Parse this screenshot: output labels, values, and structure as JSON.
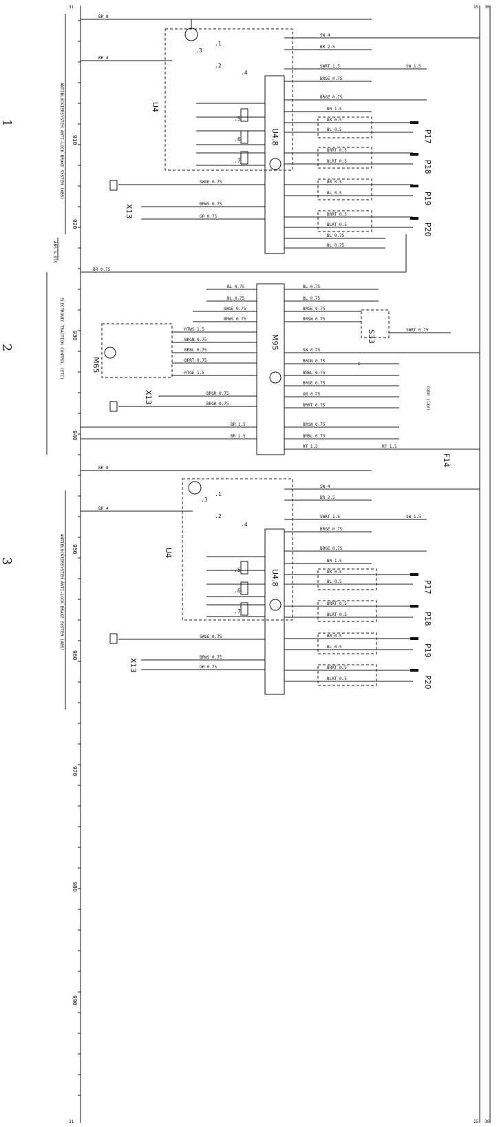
{
  "sections": [
    {
      "id": "1",
      "label": "1"
    },
    {
      "id": "2",
      "label": "2"
    },
    {
      "id": "3",
      "label": "3"
    }
  ],
  "ruler": {
    "left_top_label": "31",
    "right_top_label": "15",
    "right_top_label2": "30",
    "bottom_left_label": "31",
    "bottom_right_label": "15",
    "bottom_right_label2": "30",
    "marks": [
      "910",
      "920",
      "930",
      "940",
      "950",
      "960",
      "970",
      "980",
      "990"
    ]
  },
  "system_titles": {
    "abs1": "ANTIBLOCKIERSYSTEM ANTI-LOCK BRAKE SYSTEM (ABS)",
    "abs_etc": "ABS & ETC",
    "etc": "ELECTRONIC TRACTION CONTROL (ETC)",
    "abs2": "ANTIBLOCKIERSYSTEM ANTI-LOCK BRAKE SYSTEM (ABS)"
  },
  "components": {
    "u4": "U4",
    "u4_8": "U4.8",
    "m95": "M95",
    "m65": "M65",
    "s33": "S33",
    "x13a": "X13",
    "x13b": "X13",
    "x13c": "X13",
    "f14": "F14",
    "p17": "P17",
    "p18": "P18",
    "p19": "P19",
    "p20": "P20",
    "c": "C",
    "code": "CODE (18V)"
  },
  "wires": {
    "br8": "BR 8",
    "br4": "BR 4",
    "sw4": "SW 4",
    "br25": "BR 2.5",
    "swrt15": "SWRT 1.5",
    "sw15": "SW 1.5",
    "brge075": "BRGE 0.75",
    "br15": "BR 1.5",
    "br05": "BR 0.5",
    "bl05": "BL 0.5",
    "brrt05": "BRRT 0.5",
    "blrt05": "BLRT 0.5",
    "swge075": "SWGE 0.75",
    "brws075": "BRWS 0.75",
    "gr075": "GR 0.75",
    "bl075": "BL 0.75",
    "br075": "BR 0.75",
    "brsw075": "BRSW 0.75",
    "swrt075": "SWRT 0.75",
    "rtws15": "RTWS 1.5",
    "brgn075": "BRGN 0.75",
    "brbl075": "BRBL 0.75",
    "brrt075": "BRRT 0.75",
    "rtge15": "RTGE 1.5",
    "sw075": "SW 0.75",
    "rt15": "RT 1.5",
    "brgr075": "BRGR 0.75"
  },
  "sub_items": {
    ".1": ".1",
    ".2": ".2",
    ".3": ".3",
    ".4": ".4",
    ".5": ".5",
    ".6": ".6",
    ".7": ".7"
  }
}
